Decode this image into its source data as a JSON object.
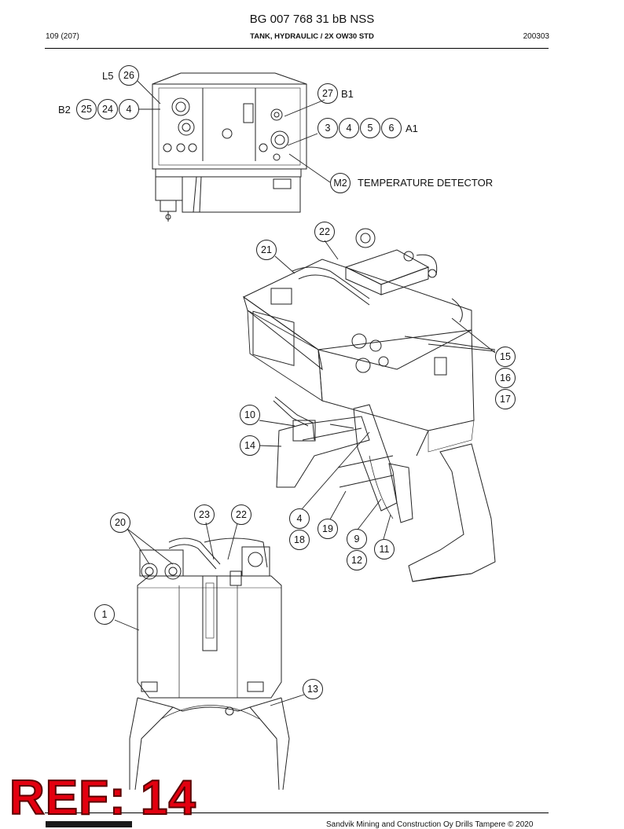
{
  "header": {
    "document_title": "BG 007 768 31 bB NSS",
    "page": "109 (207)",
    "section_title": "TANK, HYDRAULIC / 2X OW30 STD",
    "code": "200303"
  },
  "top_view": {
    "labels": {
      "l5": "L5",
      "b2": "B2",
      "b1": "B1",
      "a1": "A1",
      "m2": "M2",
      "temperature_detector": "TEMPERATURE DETECTOR"
    },
    "callouts": [
      "26",
      "25",
      "24",
      "4",
      "27",
      "3",
      "4",
      "5",
      "6"
    ]
  },
  "iso_view": {
    "callouts": [
      "22",
      "21",
      "15",
      "16",
      "17",
      "10",
      "14",
      "4",
      "18",
      "19",
      "9",
      "12",
      "11"
    ]
  },
  "front_view": {
    "callouts": [
      "20",
      "23",
      "22",
      "1",
      "13"
    ]
  },
  "watermark": "REF: 14",
  "footer": {
    "text": "Sandvik Mining and Construction Oy Drills Tampere © 2020"
  }
}
